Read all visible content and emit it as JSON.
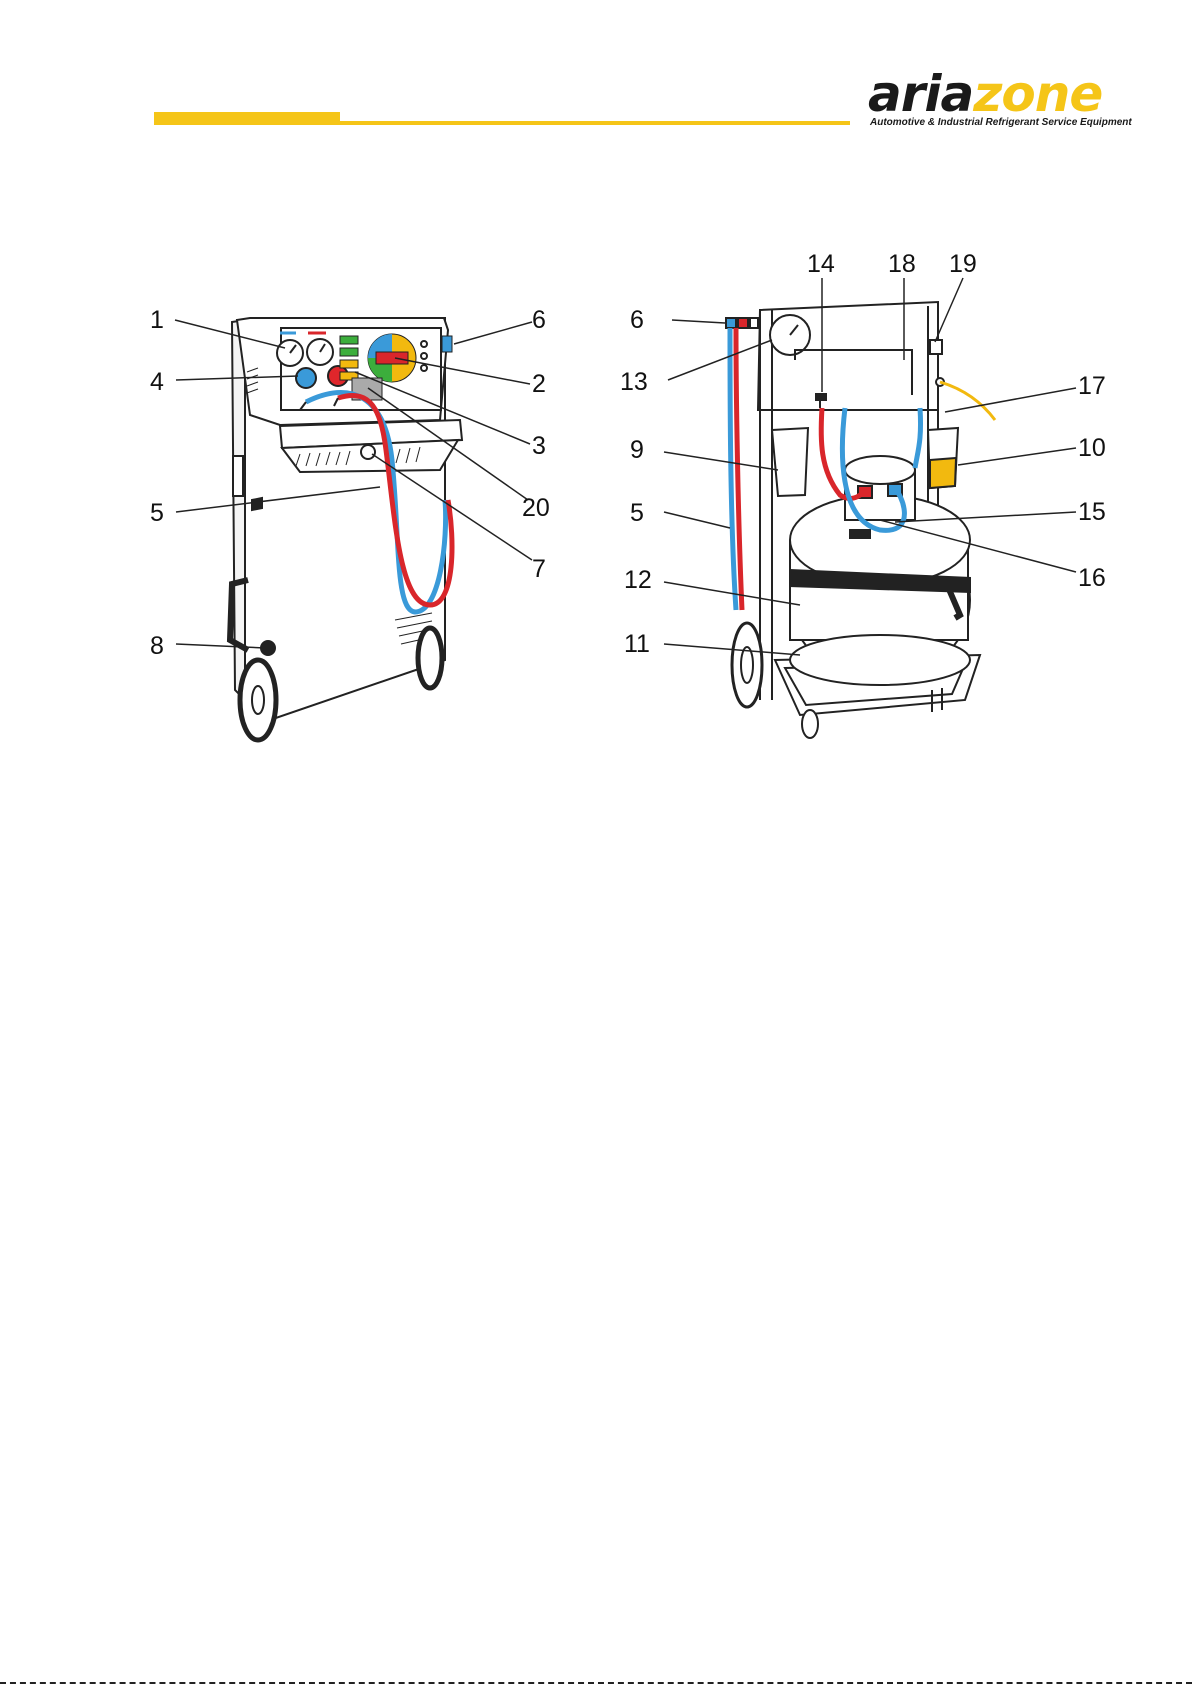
{
  "header": {
    "logo_dark": "aria",
    "logo_gold": "zone",
    "tagline": "Automotive & Industrial Refrigerant Service Equipment",
    "brand_colors": {
      "accent": "#f5c518",
      "dark": "#1a1a1a"
    }
  },
  "figures": {
    "front_view": {
      "callouts": [
        {
          "label": "1"
        },
        {
          "label": "4"
        },
        {
          "label": "5"
        },
        {
          "label": "8"
        },
        {
          "label": "6"
        },
        {
          "label": "2"
        },
        {
          "label": "3"
        },
        {
          "label": "20"
        },
        {
          "label": "7"
        }
      ]
    },
    "rear_view": {
      "callouts": [
        {
          "label": "6"
        },
        {
          "label": "13"
        },
        {
          "label": "9"
        },
        {
          "label": "5"
        },
        {
          "label": "12"
        },
        {
          "label": "11"
        },
        {
          "label": "14"
        },
        {
          "label": "18"
        },
        {
          "label": "19"
        },
        {
          "label": "17"
        },
        {
          "label": "10"
        },
        {
          "label": "15"
        },
        {
          "label": "16"
        }
      ]
    },
    "hose_colors": {
      "low": "#3a9ad9",
      "high": "#d9262b",
      "oil": "#f2b90f",
      "knob_high": "#e0262b"
    }
  }
}
